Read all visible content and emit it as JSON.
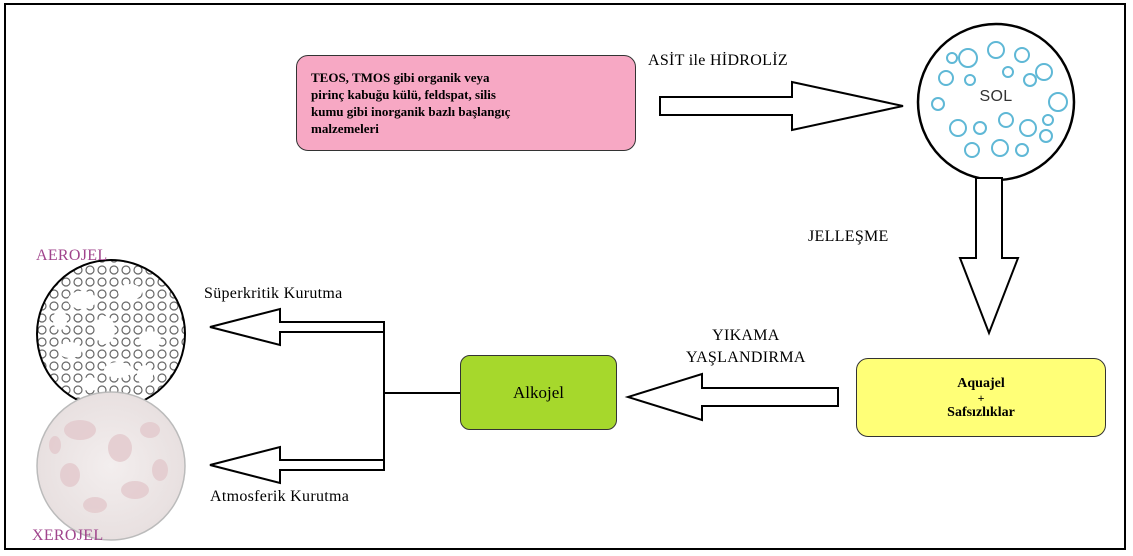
{
  "nodes": {
    "start": "TEOS, TMOS gibi organik veya\npirinç kabuğu külü, feldspat, silis\nkumu gibi inorganik bazlı başlangıç\nmalzemeleri",
    "sol": "SOL",
    "aquajel_top": "Aquajel",
    "aquajel_plus": "+",
    "aquajel_bottom": "Safsızlıklar",
    "alkojel": "Alkojel",
    "aerojel": "AEROJEL",
    "xerojel": "XEROJEL"
  },
  "edges": {
    "hidroliz": "ASİT ile HİDROLİZ",
    "jellesme": "JELLEŞME",
    "yikama": "YIKAMA\nYAŞLANDIRMA",
    "superkritik": "Süperkritik Kurutma",
    "atmosferik": "Atmosferik Kurutma"
  },
  "colors": {
    "start_fill": "#f7a8c4",
    "aquajel_fill": "#ffff77",
    "alkojel_fill": "#a6d82c",
    "sol_bubble": "#5fb8d6",
    "label_purple": "#a0448c"
  }
}
